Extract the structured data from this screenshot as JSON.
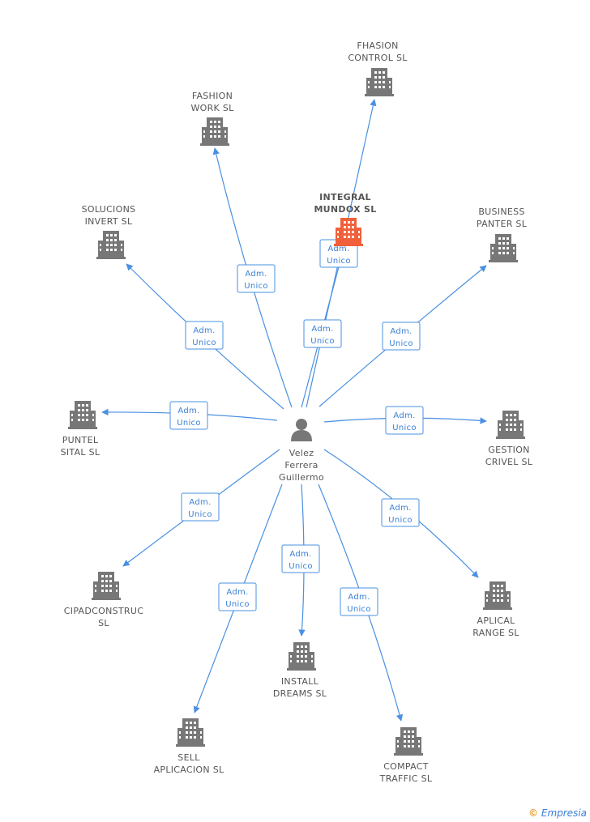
{
  "person": {
    "name": [
      "Velez",
      "Ferrera",
      "Guillermo"
    ]
  },
  "focus_company": {
    "name": [
      "INTEGRAL",
      "MUNDOX SL"
    ]
  },
  "relation_label": [
    "Adm.",
    "Unico"
  ],
  "companies": [
    {
      "id": "fhasion",
      "name": [
        "FHASION",
        "CONTROL  SL"
      ]
    },
    {
      "id": "fashion",
      "name": [
        "FASHION",
        "WORK  SL"
      ]
    },
    {
      "id": "solucions",
      "name": [
        "SOLUCIONS",
        "INVERT  SL"
      ]
    },
    {
      "id": "business",
      "name": [
        "BUSINESS",
        "PANTER  SL"
      ]
    },
    {
      "id": "puntel",
      "name": [
        "PUNTEL",
        "SITAL  SL"
      ]
    },
    {
      "id": "gestion",
      "name": [
        "GESTION",
        "CRIVEL  SL"
      ]
    },
    {
      "id": "cipad",
      "name": [
        "CIPADCONSTRUC",
        "SL"
      ]
    },
    {
      "id": "aplical",
      "name": [
        "APLICAL",
        "RANGE  SL"
      ]
    },
    {
      "id": "install",
      "name": [
        "INSTALL",
        "DREAMS  SL"
      ]
    },
    {
      "id": "sell",
      "name": [
        "SELL",
        "APLICACION  SL"
      ]
    },
    {
      "id": "compact",
      "name": [
        "COMPACT",
        "TRAFFIC  SL"
      ]
    }
  ],
  "footer": {
    "copyright": "©",
    "brand_initial": "E",
    "brand_rest": "mpresia"
  },
  "colors": {
    "edge": "#4a90e2",
    "building": "#777777",
    "focus_building": "#f0603a",
    "label": "#555555"
  }
}
